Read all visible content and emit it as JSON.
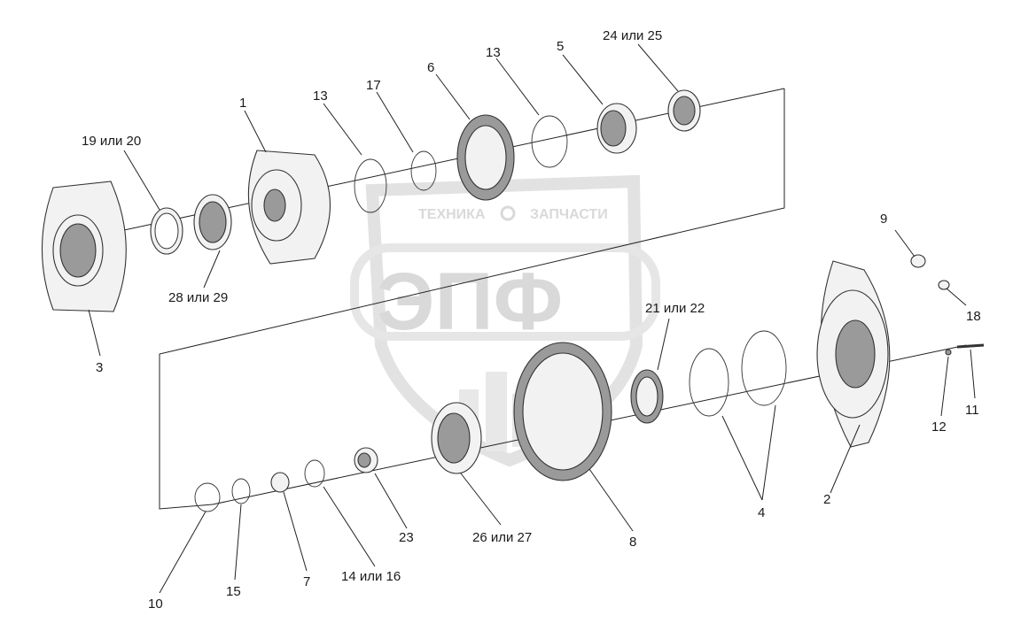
{
  "watermark": {
    "top_left": "ТЕХНИКА",
    "top_right": "ЗАПЧАСТИ",
    "main": "ЭПФ"
  },
  "labels": {
    "l1": "1",
    "l2": "2",
    "l3": "3",
    "l4": "4",
    "l5": "5",
    "l6": "6",
    "l7": "7",
    "l8": "8",
    "l9": "9",
    "l10": "10",
    "l11": "11",
    "l12": "12",
    "l13a": "13",
    "l13b": "13",
    "l14": "14 или 16",
    "l15": "15",
    "l17": "17",
    "l18": "18",
    "l19": "19 или 20",
    "l21": "21 или 22",
    "l23": "23",
    "l24": "24 или 25",
    "l26": "26 или 27",
    "l28": "28 или 29"
  },
  "colors": {
    "line": "#222222",
    "part_fill": "#f2f2f2",
    "dark_fill": "#9a9a9a",
    "watermark": "#d9d9d9"
  }
}
